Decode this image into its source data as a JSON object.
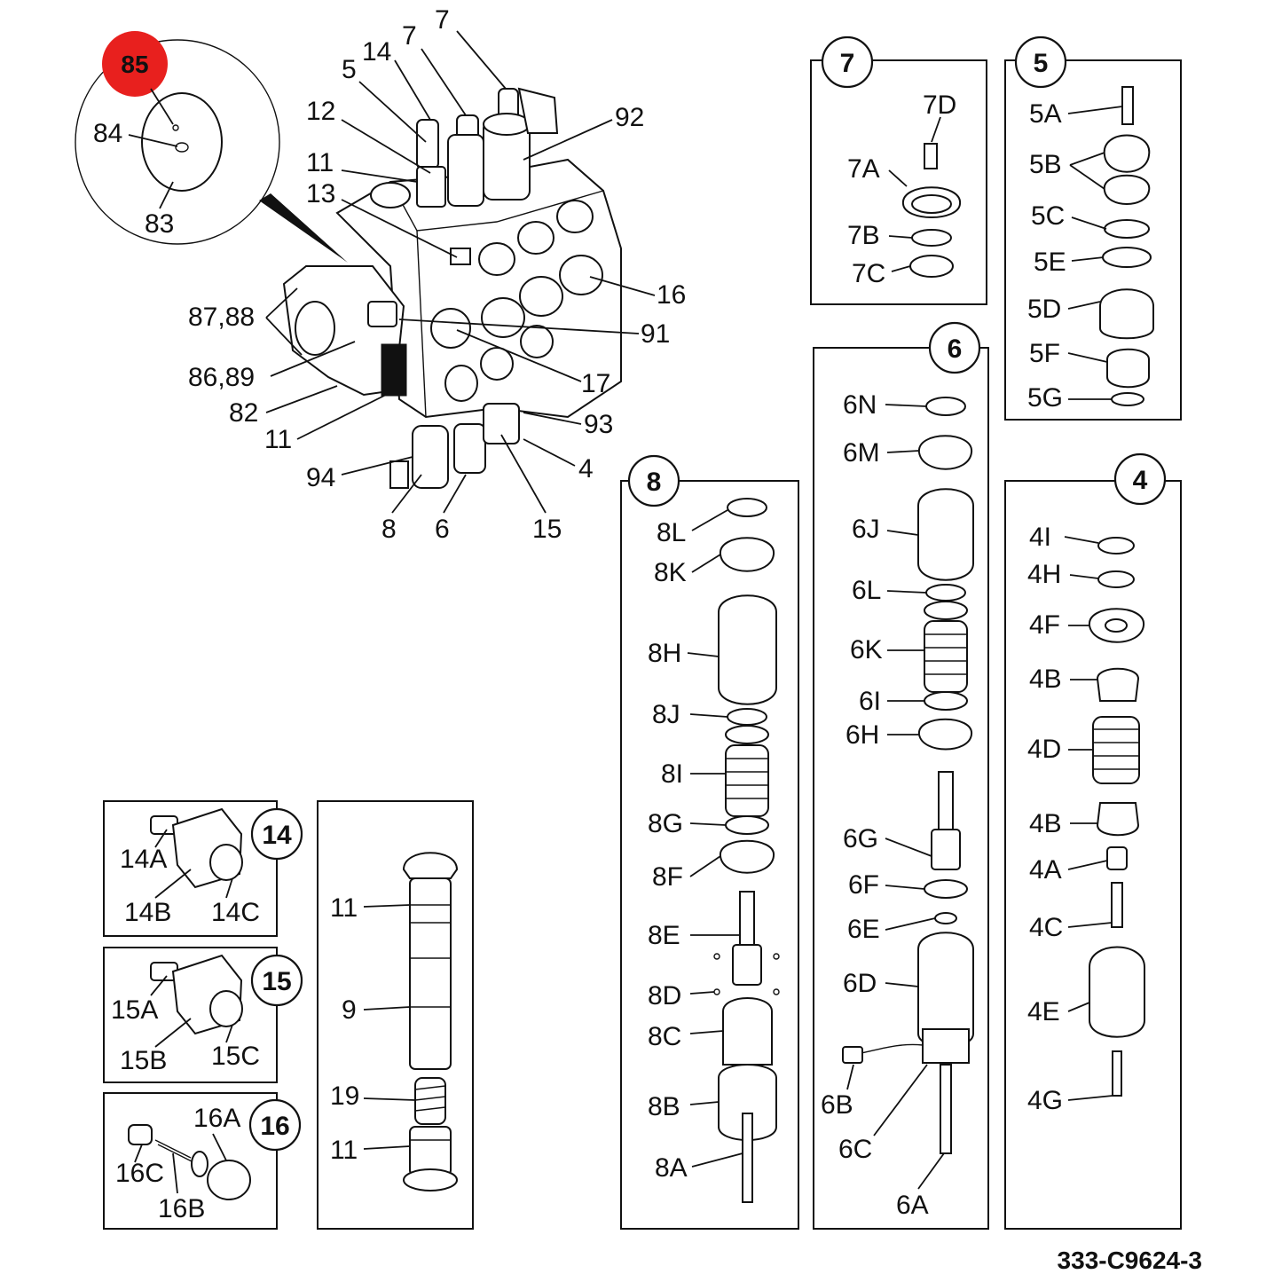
{
  "drawing_ref": "333-C9624-3",
  "highlight": {
    "label": "85",
    "color": "#e8201e"
  },
  "main_labels": {
    "l_7a": "7",
    "l_14": "14",
    "l_7b": "7",
    "l_5": "5",
    "l_12": "12",
    "l_92": "92",
    "l_11a": "11",
    "l_13": "13",
    "l_84": "84",
    "l_83": "83",
    "l_16": "16",
    "l_8788": "87,88",
    "l_91": "91",
    "l_8689": "86,89",
    "l_17": "17",
    "l_82": "82",
    "l_11b": "11",
    "l_93": "93",
    "l_94": "94",
    "l_4": "4",
    "l_8": "8",
    "l_6": "6",
    "l_15": "15"
  },
  "panels": {
    "p7": {
      "badge": "7",
      "labels": [
        "7D",
        "7A",
        "7B",
        "7C"
      ]
    },
    "p5": {
      "badge": "5",
      "labels": [
        "5A",
        "5B",
        "5C",
        "5E",
        "5D",
        "5F",
        "5G"
      ]
    },
    "p6": {
      "badge": "6",
      "labels": [
        "6N",
        "6M",
        "6J",
        "6L",
        "6K",
        "6I",
        "6H",
        "6G",
        "6F",
        "6E",
        "6D",
        "6B",
        "6C",
        "6A"
      ]
    },
    "p8": {
      "badge": "8",
      "labels": [
        "8L",
        "8K",
        "8H",
        "8J",
        "8I",
        "8G",
        "8F",
        "8E",
        "8D",
        "8C",
        "8B",
        "8A"
      ]
    },
    "p4": {
      "badge": "4",
      "labels": [
        "4I",
        "4H",
        "4F",
        "4B",
        "4D",
        "4B",
        "4A",
        "4C",
        "4E",
        "4G"
      ]
    },
    "p14": {
      "badge": "14",
      "labels": [
        "14A",
        "14B",
        "14C"
      ]
    },
    "p15": {
      "badge": "15",
      "labels": [
        "15A",
        "15B",
        "15C"
      ]
    },
    "p16": {
      "badge": "16",
      "labels": [
        "16A",
        "16C",
        "16B"
      ]
    },
    "pspool": {
      "labels": [
        "11",
        "9",
        "19",
        "11"
      ]
    }
  }
}
